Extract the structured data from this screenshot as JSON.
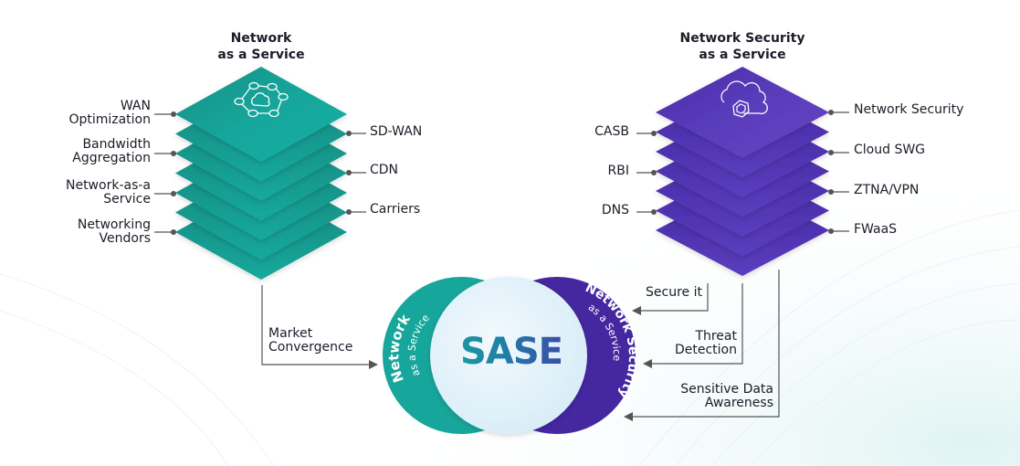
{
  "colors": {
    "teal": "#17a69b",
    "teal_dark": "#0e8a80",
    "purple": "#5a3dbb",
    "purple_dark": "#4527a0",
    "connector": "#555555",
    "text": "#1c1c28",
    "sase_center": "#e6f4fb"
  },
  "naas": {
    "title_line1": "Network",
    "title_line2": "as a Service",
    "icon": "cloud-network-icon",
    "left_labels": [
      {
        "line1": "WAN",
        "line2": "Optimization"
      },
      {
        "line1": "Bandwidth",
        "line2": "Aggregation"
      },
      {
        "line1": "Network-as-a",
        "line2": "Service"
      },
      {
        "line1": "Networking",
        "line2": "Vendors"
      }
    ],
    "right_labels": [
      "SD-WAN",
      "CDN",
      "Carriers"
    ],
    "flow_label_line1": "Market",
    "flow_label_line2": "Convergence"
  },
  "nsaas": {
    "title_line1": "Network Security",
    "title_line2": "as a Service",
    "icon": "cloud-shield-icon",
    "left_labels": [
      "CASB",
      "RBI",
      "DNS"
    ],
    "right_labels": [
      "Network Security",
      "Cloud SWG",
      "ZTNA/VPN",
      "FWaaS"
    ],
    "flows": [
      {
        "line1": "Secure it",
        "line2": ""
      },
      {
        "line1": "Threat",
        "line2": "Detection"
      },
      {
        "line1": "Sensitive Data",
        "line2": "Awareness"
      }
    ]
  },
  "sase": {
    "center_label": "SASE",
    "left_circle_main": "Network",
    "left_circle_sub": "as a Service",
    "right_circle_main": "Network Security",
    "right_circle_sub": "as a Service"
  }
}
